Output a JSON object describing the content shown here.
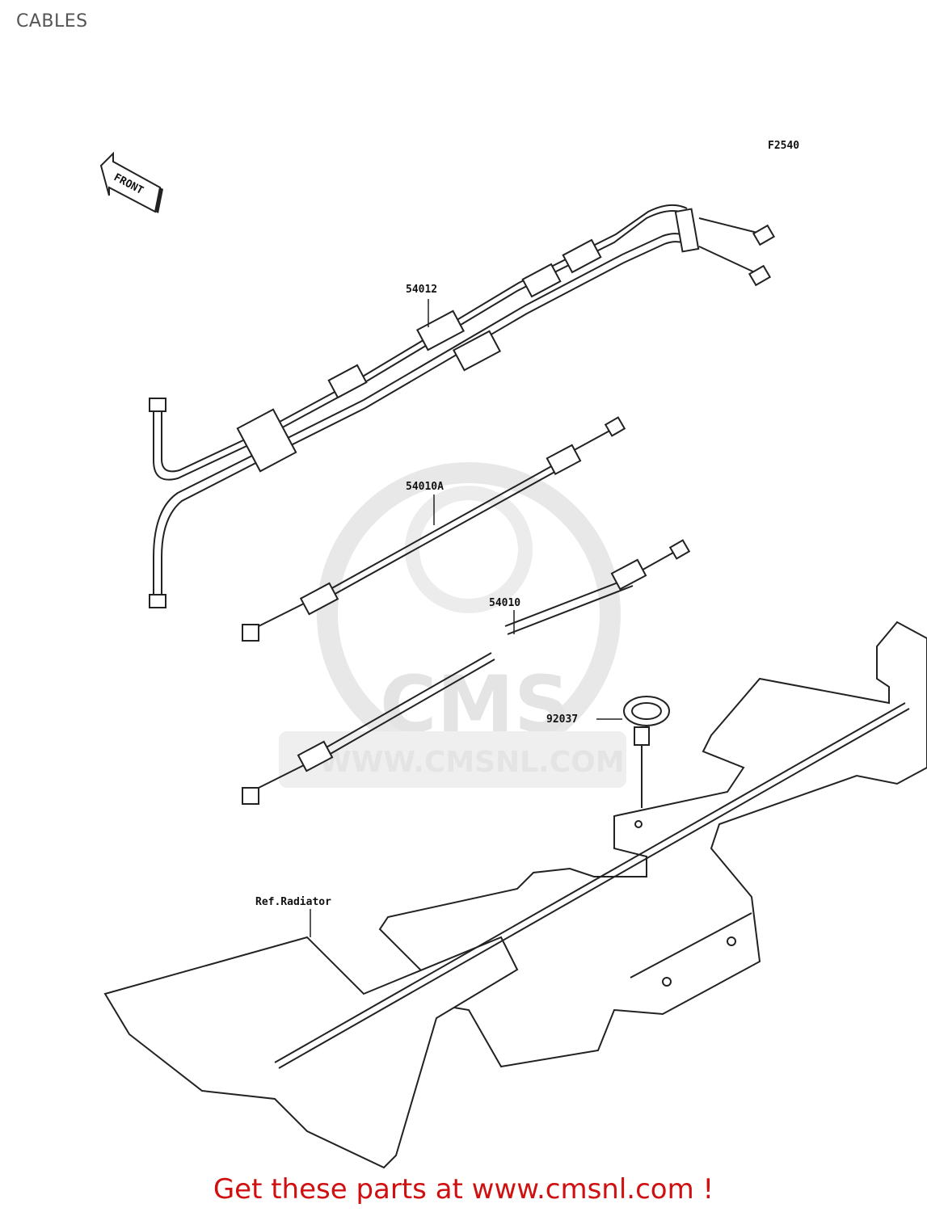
{
  "page": {
    "title": "CABLES"
  },
  "figure": {
    "code": "F2540",
    "orientation_arrow": "FRONT",
    "callouts": [
      "54012",
      "54010A",
      "54010",
      "92037",
      "Ref.Radiator"
    ]
  },
  "watermark": {
    "brand": "CMS",
    "url": "WWW.CMSNL.COM"
  },
  "footer": {
    "cta": "Get these parts at www.cmsnl.com !"
  },
  "colors": {
    "cta": "#d01010",
    "line": "#222222",
    "watermark": "#e4e4e4"
  }
}
